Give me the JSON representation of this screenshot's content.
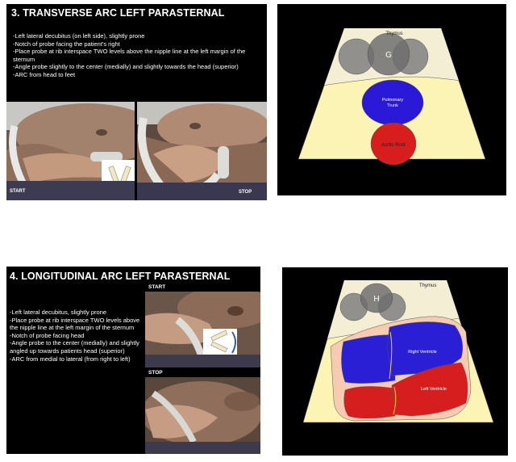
{
  "slide1": {
    "title": "3.  TRANSVERSE ARC LEFT PARASTERNAL",
    "instructions": [
      "-Left lateral decubitus (on left side), slightly prone",
      "-Notch of probe facing the patient's right",
      "-Place probe at rib interspace TWO levels above the nipple line at the left margin of the sternum",
      "-Angle probe slightly to the center (medially) and slightly towards the head (superior)",
      "-ARC from head to feet"
    ],
    "start_label": "START",
    "stop_label": "STOP"
  },
  "diagram1": {
    "thymus_label": "Thymus",
    "g_label": "G",
    "pulmonary_label_line1": "Pulmonary",
    "pulmonary_label_line2": "Trunk",
    "aortic_label": "Aortic Root"
  },
  "slide2": {
    "title": "4. LONGITUDINAL ARC LEFT PARASTERNAL",
    "instructions": [
      "-Left lateral decubitus, slightly prone",
      "-Place probe at rib interspace TWO levels above the nipple line at the left margin of the sternum",
      "-Notch of probe facing head",
      "-Angle probe to the center (medially) and slightly angled up towards patients head (superior)",
      "-ARC from medial to lateral (from right to left)"
    ],
    "start_label": "START",
    "stop_label": "STOP"
  },
  "diagram2": {
    "thymus_label": "Thymus",
    "h_label": "H",
    "right_ventricle_label": "Right Ventricle",
    "left_ventricle_label": "Left Ventricle"
  },
  "colors": {
    "sector_fill": "#fcf4b4",
    "upper_fill": "#f4eed4",
    "thymus_fill": "#7f7f7f",
    "pulmonary_fill": "#2a1ad8",
    "aortic_fill": "#d81d1d",
    "pericardium_fill": "#f6cbb0",
    "right_ventricle_fill": "#2b1fd6",
    "left_ventricle_fill": "#d71e1e"
  }
}
